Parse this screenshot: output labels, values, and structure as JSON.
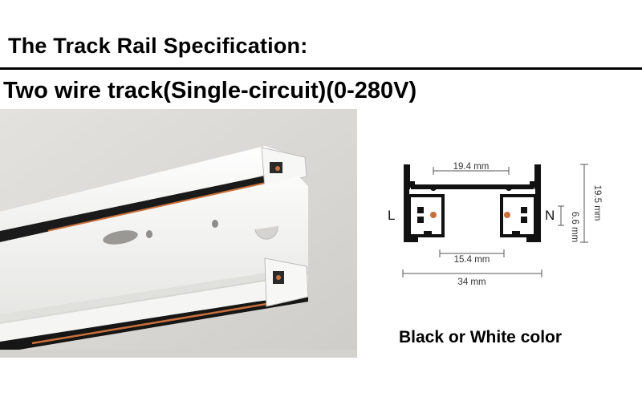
{
  "heading": "The Track Rail Specification:",
  "subheading": "Two wire track(Single-circuit)(0-280V)",
  "diagram": {
    "dim_top_width": "19.4 mm",
    "dim_inner_width": "15.4 mm",
    "dim_total_width": "34 mm",
    "dim_height": "19.5 mm",
    "dim_slot_height": "6.6 mm",
    "label_left": "L",
    "label_right": "N"
  },
  "caption": "Black or White color",
  "colors": {
    "copper": "#c8703c",
    "profile": "#111111",
    "rail_white": "#f4f4f2"
  }
}
